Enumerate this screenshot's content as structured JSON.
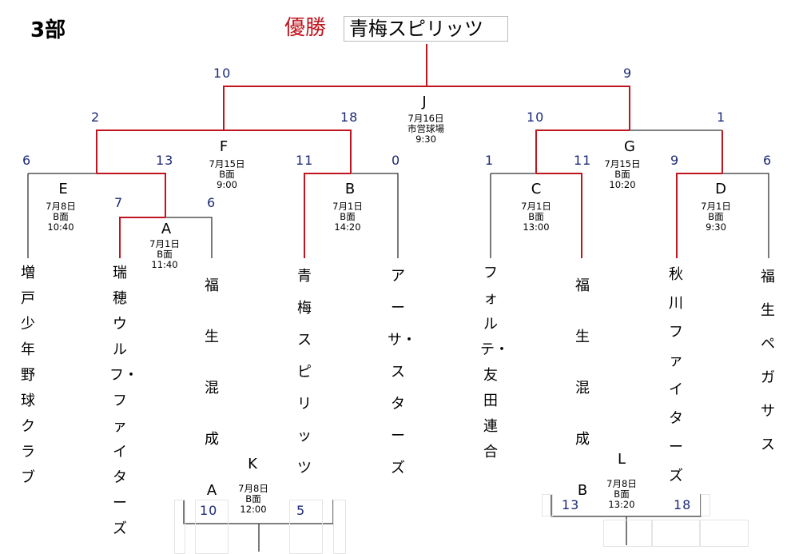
{
  "division": "3部",
  "champion": {
    "label": "優勝",
    "team": "青梅スピリッツ"
  },
  "teams": [
    "増戸少年野球クラブ",
    "瑞穂ウルフ・ファイターズ",
    "福生混成A",
    "青梅スピリッツ",
    "アーサ・スターズ",
    "フォルテ・友田連合",
    "福生混成B",
    "秋川ファイターズ",
    "福生ペガサス"
  ],
  "matches": {
    "A": {
      "label": "A",
      "date": "7月1日",
      "field": "B面",
      "time": "11:40",
      "left_score": "7",
      "right_score": "6"
    },
    "B": {
      "label": "B",
      "date": "7月1日",
      "field": "B面",
      "time": "14:20",
      "left_score": "11",
      "right_score": "0"
    },
    "C": {
      "label": "C",
      "date": "7月1日",
      "field": "B面",
      "time": "13:00",
      "left_score": "1",
      "right_score": "11"
    },
    "D": {
      "label": "D",
      "date": "7月1日",
      "field": "B面",
      "time": "9:30",
      "left_score": "9",
      "right_score": "6"
    },
    "E": {
      "label": "E",
      "date": "7月8日",
      "field": "B面",
      "time": "10:40",
      "left_score": "6",
      "right_score": "13"
    },
    "F": {
      "label": "F",
      "date": "7月15日",
      "field": "B面",
      "time": "9:00",
      "left_score": "2",
      "right_score": "18"
    },
    "G": {
      "label": "G",
      "date": "7月15日",
      "field": "B面",
      "time": "10:20",
      "left_score": "10",
      "right_score": "1"
    },
    "J": {
      "label": "J",
      "date": "7月16日",
      "field": "市営球場",
      "time": "9:30",
      "left_score": "10",
      "right_score": "9"
    },
    "K": {
      "label": "K",
      "date": "7月8日",
      "field": "B面",
      "time": "12:00",
      "left_score": "10",
      "right_score": "5"
    },
    "L": {
      "label": "L",
      "date": "7月8日",
      "field": "B面",
      "time": "13:20",
      "left_score": "13",
      "right_score": "18"
    }
  },
  "colors": {
    "winner_line": "#c0141e",
    "line": "#333333",
    "score": "#1c2a78"
  }
}
